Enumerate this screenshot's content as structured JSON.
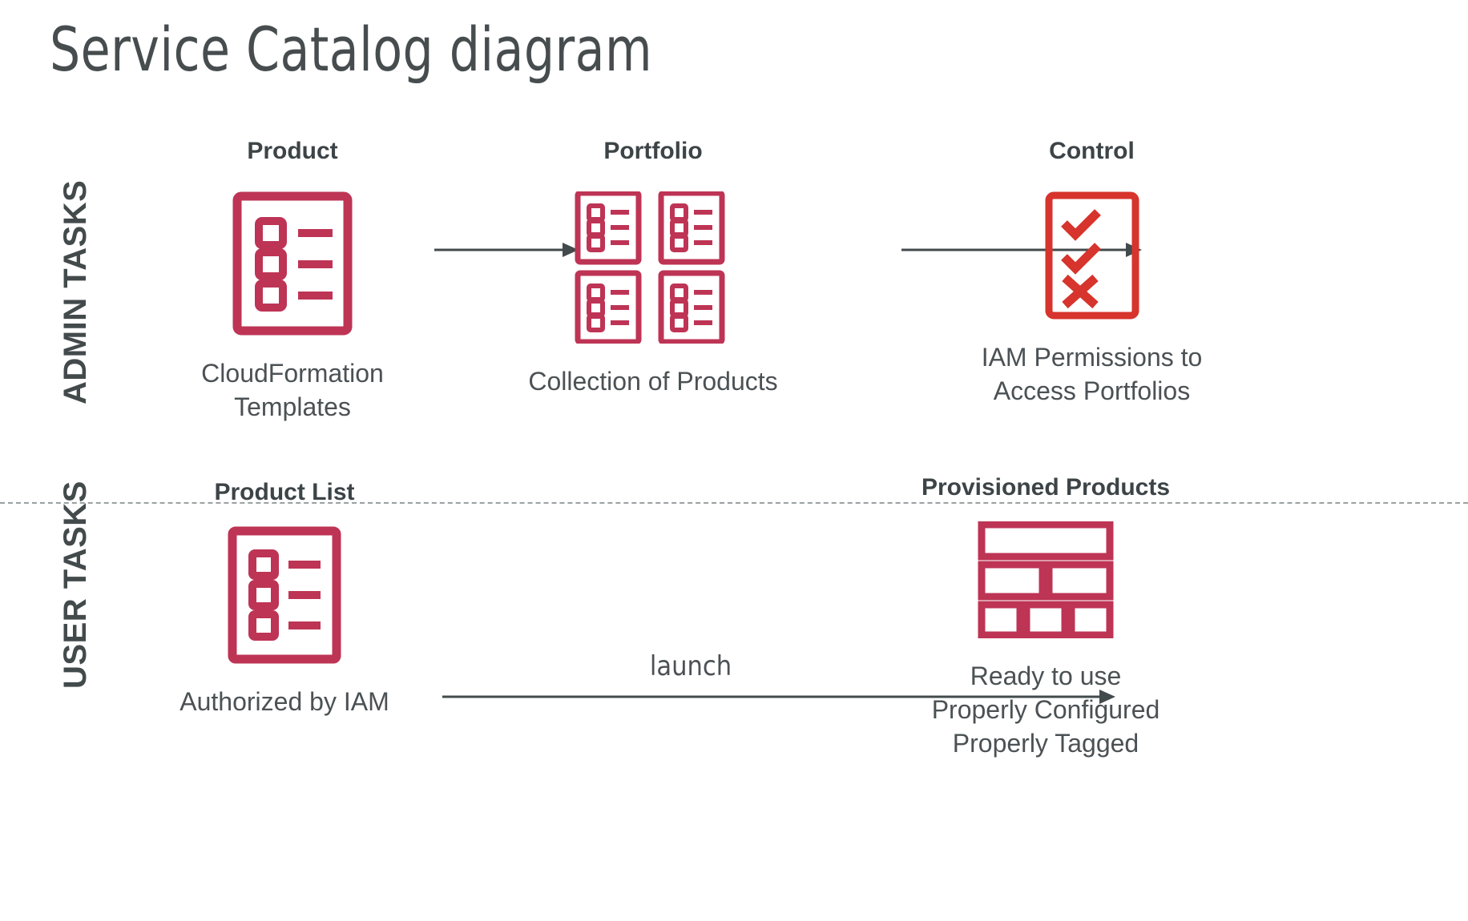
{
  "page": {
    "title": "Service Catalog diagram",
    "background": "#ffffff"
  },
  "colors": {
    "crimson": "#be3455",
    "red": "#d6342c",
    "text_dark": "#40464a",
    "text_title": "#474d4f",
    "arrow": "#434a4c",
    "divider": "#9aa0a2"
  },
  "sections": {
    "admin": {
      "label": "ADMIN TASKS"
    },
    "user": {
      "label": "USER TASKS"
    }
  },
  "nodes": {
    "product": {
      "title": "Product",
      "caption_line1": "CloudFormation",
      "caption_line2": "Templates",
      "icon": "product-list-icon"
    },
    "portfolio": {
      "title": "Portfolio",
      "caption_line1": "Collection of Products",
      "icon": "portfolio-grid-icon"
    },
    "control": {
      "title": "Control",
      "caption_line1": "IAM Permissions to",
      "caption_line2": "Access Portfolios",
      "icon": "checklist-control-icon"
    },
    "product_list": {
      "title": "Product List",
      "caption_line1": "Authorized by IAM",
      "icon": "product-list-icon"
    },
    "provisioned_products": {
      "title": "Provisioned Products",
      "caption_line1": "Ready to use",
      "caption_line2": "Properly Configured",
      "caption_line3": "Properly Tagged",
      "icon": "provisioned-blocks-icon"
    }
  },
  "arrows": {
    "product_to_portfolio": {
      "label": ""
    },
    "portfolio_to_control": {
      "label": ""
    },
    "launch": {
      "label": "launch"
    }
  }
}
